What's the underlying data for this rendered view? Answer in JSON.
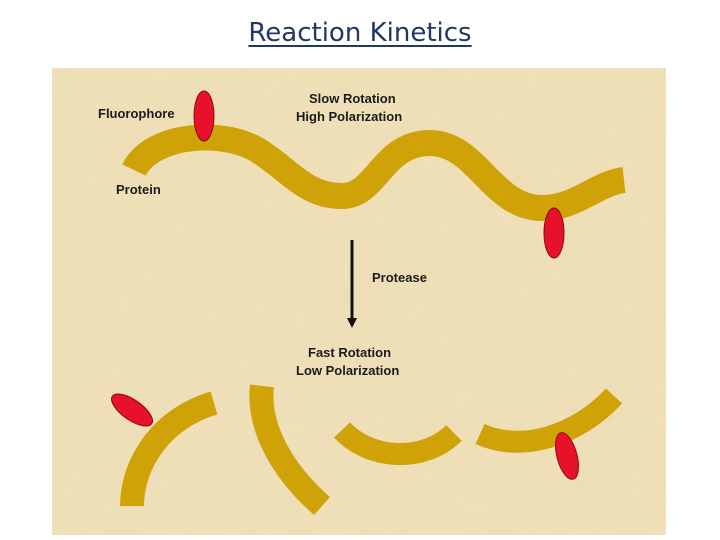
{
  "title": "Reaction Kinetics",
  "labels": {
    "fluorophore": "Fluorophore",
    "protein": "Protein",
    "slow_rotation": "Slow Rotation",
    "high_polarization": "High Polarization",
    "protease": "Protease",
    "fast_rotation": "Fast Rotation",
    "low_polarization": "Low Polarization"
  },
  "colors": {
    "protein": "#cfa308",
    "protein_edge": "#a98307",
    "fluorophore": "#e8112a",
    "fluorophore_edge": "#8a0a14",
    "background": "#efe0b8",
    "arrow": "#111111",
    "title": "#1f3864"
  }
}
